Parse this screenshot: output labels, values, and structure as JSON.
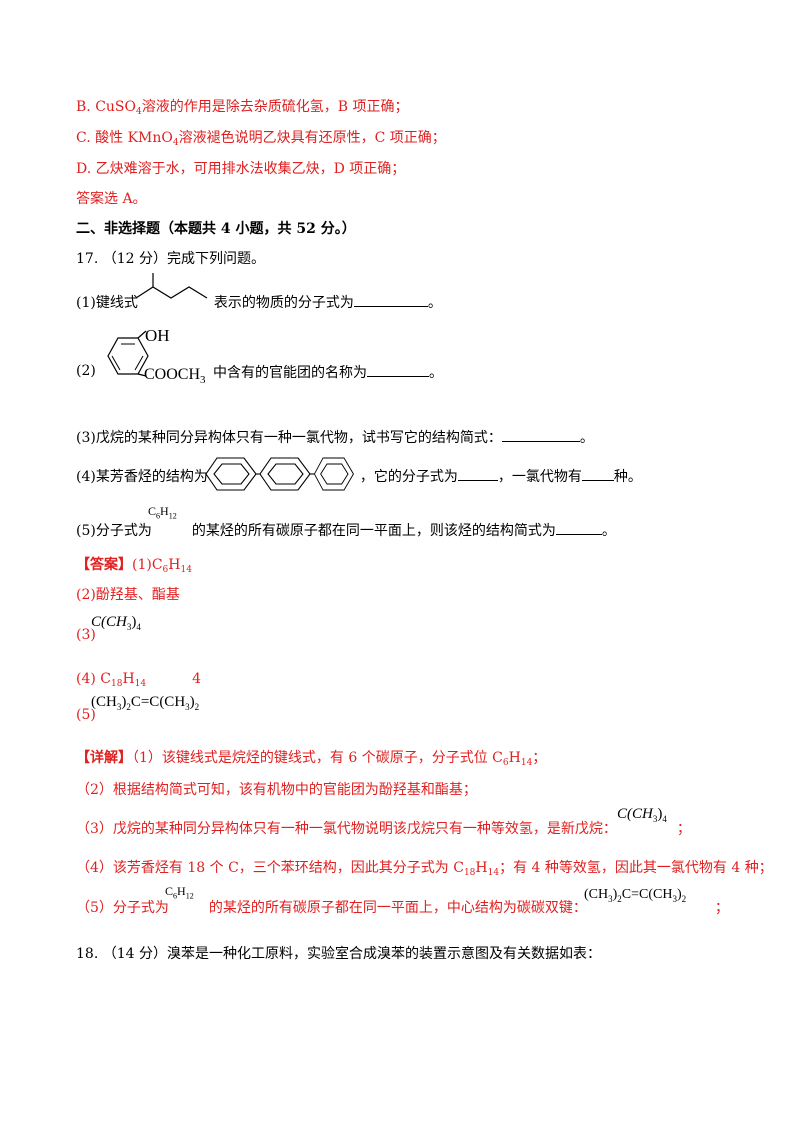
{
  "prev_answers": {
    "b_pre": "B. CuSO",
    "b_sub": "4",
    "b_post": "溶液的作用是除去杂质硫化氢，B 项正确；",
    "c_pre": "C. 酸性 KMnO",
    "c_sub": "4",
    "c_post": "溶液褪色说明乙炔具有还原性，C 项正确；",
    "d": "D. 乙炔难溶于水，可用排水法收集乙炔，D 项正确；",
    "choice": "答案选 A。"
  },
  "section_title": "二、非选择题（本题共 4 小题，共 52 分。）",
  "q17": {
    "header": "17. （12 分）完成下列问题。",
    "p1_pre": "(1)键线式",
    "p1_post": "表示的物质的分子式为",
    "p2_pre": "(2)",
    "p2_oh": "OH",
    "p2_cooch": "COOCH",
    "p2_sub": "3",
    "p2_post": "中含有的官能团的名称为",
    "p3": "(3)戊烷的某种同分异构体只有一种一氯代物，试书写它的结构简式：",
    "p4_pre": "(4)某芳香烃的结构为",
    "p4_mid": "，它的分子式为",
    "p4_mid2": "，一氯代物有",
    "p4_post": "种。",
    "p5_pre": "(5)分子式为",
    "p5_c": "C",
    "p5_c_sub": "6",
    "p5_h": "H",
    "p5_h_sub": "12",
    "p5_post": "的某烃的所有碳原子都在同一平面上，则该烃的结构简式为",
    "period": "。"
  },
  "answer": {
    "label": "【答案】",
    "a1_pre": "(1)C",
    "a1_c_sub": "6",
    "a1_h": "H",
    "a1_h_sub": "14",
    "a2": "(2)酚羟基、酯基",
    "a3_label": "(3)",
    "a3_formula": "C(CH",
    "a3_sub3": "3",
    "a3_close": ")",
    "a3_sub4": "4",
    "a4_pre": "(4) C",
    "a4_c_sub": "18",
    "a4_h": "H",
    "a4_h_sub": "14",
    "a4_count": "4",
    "a5_label": "(5)",
    "a5_formula_a": "(CH",
    "a5_sub3a": "3",
    "a5_close_a": ")",
    "a5_sub2a": "2",
    "a5_mid": "C=C(CH",
    "a5_sub3b": "3",
    "a5_close_b": ")",
    "a5_sub2b": "2"
  },
  "detail": {
    "label": "【详解】",
    "d1_pre": "（1）该键线式是烷烃的键线式，有 6 个碳原子，分子式位 C",
    "d1_c_sub": "6",
    "d1_h": "H",
    "d1_h_sub": "14",
    "d1_post": "；",
    "d2": "（2）根据结构简式可知，该有机物中的官能团为酚羟基和酯基；",
    "d3_pre": "（3）戊烷的某种同分异构体只有一种一氯代物说明该戊烷只有一种等效氢，是新戊烷：",
    "d3_formula": "C(CH",
    "d3_sub3": "3",
    "d3_close": ")",
    "d3_sub4": "4",
    "d3_post": "；",
    "d4_pre": "（4）该芳香烃有 18 个 C，三个苯环结构，因此其分子式为 C",
    "d4_c_sub": "18",
    "d4_h": "H",
    "d4_h_sub": "14",
    "d4_post": "；有 4 种等效氢，因此其一氯代物有 4 种；",
    "d5_pre": "（5）分子式为",
    "d5_c": "C",
    "d5_c_sub": "6",
    "d5_h": "H",
    "d5_h_sub": "12",
    "d5_mid": "的某烃的所有碳原子都在同一平面上，中心结构为碳碳双键：",
    "d5_formula_a": "(CH",
    "d5_sub3a": "3",
    "d5_close_a": ")",
    "d5_sub2a": "2",
    "d5_mid2": "C=C(CH",
    "d5_sub3b": "3",
    "d5_close_b": ")",
    "d5_sub2b": "2",
    "d5_post": "；"
  },
  "q18": {
    "header": "18. （14 分）溴苯是一种化工原料，实验室合成溴苯的装置示意图及有关数据如表："
  },
  "colors": {
    "answer_red": "#e02020",
    "text": "#000000"
  }
}
